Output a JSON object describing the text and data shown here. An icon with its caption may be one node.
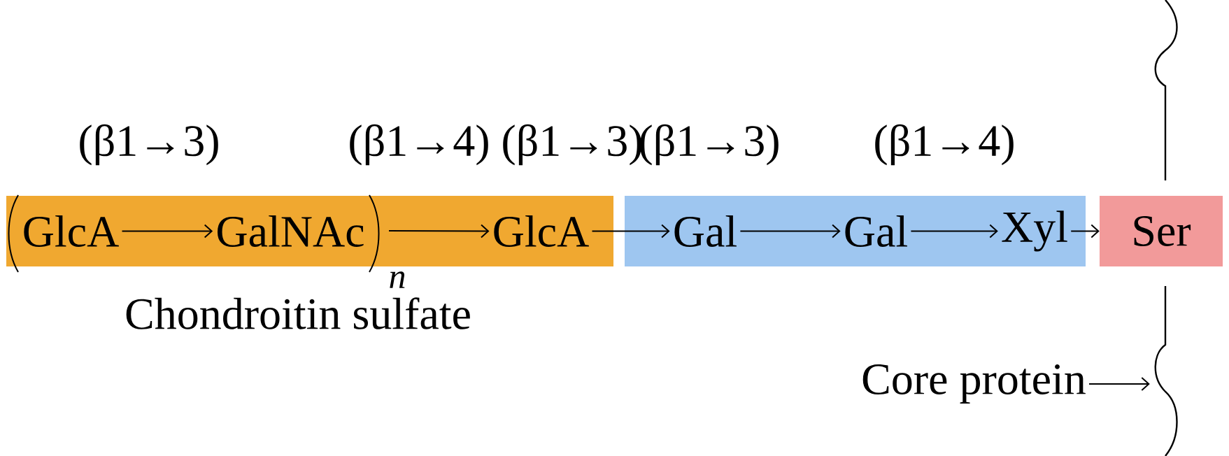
{
  "diagram": {
    "nodes": [
      {
        "text": [
          "Chondroitin sulfate"
        ]
      },
      {
        "text": [
          "GlcA"
        ],
        "in": 0
      },
      {
        "text": [
          "GalNAc"
        ],
        "in": 0
      },
      {
        "text": [
          "GlcA"
        ],
        "in": 0
      },
      {
        "text": [],
        "shape": "bar"
      },
      {
        "text": [
          "Gal"
        ],
        "in": 4
      },
      {
        "text": [
          "Gal"
        ],
        "in": 4
      },
      {
        "text": [
          "Xyl"
        ],
        "in": 4
      },
      {
        "text": [
          "Ser"
        ]
      },
      {
        "text": [
          "Core protein"
        ]
      },
      {
        "text": [],
        "shape": "line"
      }
    ],
    "edges": [
      {
        "from": 1,
        "to": 2,
        "arrow": "to",
        "label": "(β1→3)"
      },
      {
        "from": 2,
        "to": 3,
        "arrow": "to",
        "label": "(β1→4)"
      },
      {
        "from": 3,
        "to": 5,
        "arrow": "to",
        "label": "(β1→3)"
      },
      {
        "from": 5,
        "to": 6,
        "arrow": "to",
        "label": "(β1→3)"
      },
      {
        "from": 6,
        "to": 7,
        "arrow": "to",
        "label": "(β1→4)"
      },
      {
        "from": 7,
        "to": 8,
        "arrow": "to"
      },
      {
        "from": 9,
        "to": 10,
        "arrow": "to"
      }
    ],
    "labels": [
      "n"
    ]
  }
}
